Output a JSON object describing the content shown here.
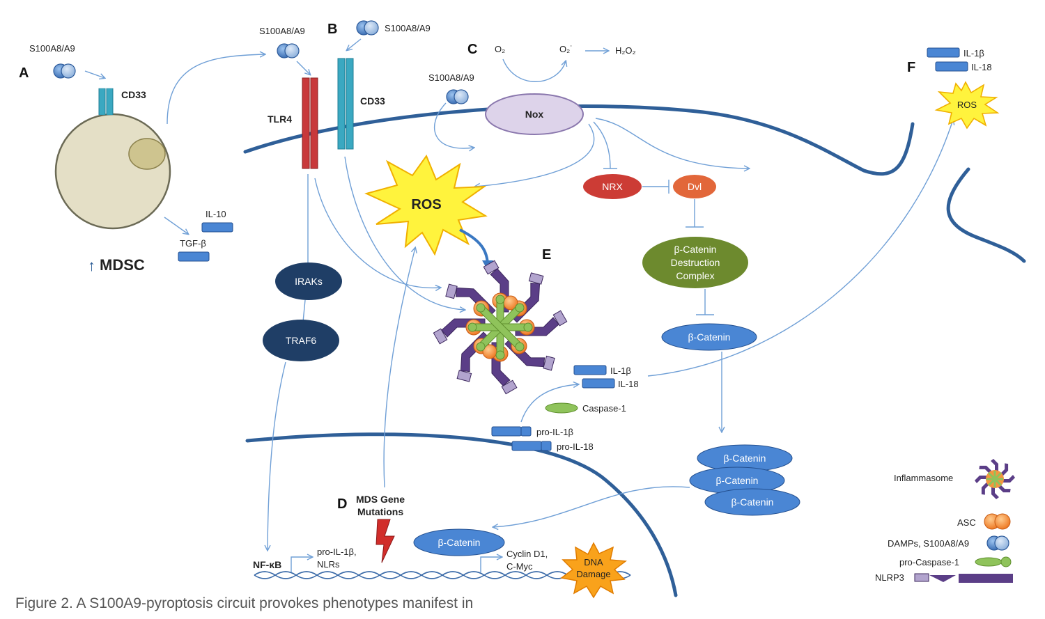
{
  "panels": {
    "a": "A",
    "b": "B",
    "c": "C",
    "d": "D",
    "e": "E",
    "f": "F"
  },
  "labels": {
    "s100_a": "S100A8/A9",
    "s100_b1": "S100A8/A9",
    "s100_b2": "S100A8/A9",
    "s100_c": "S100A8/A9",
    "cd33_a": "CD33",
    "cd33_b": "CD33",
    "tlr4": "TLR4",
    "il10": "IL-10",
    "tgfb": "TGF-β",
    "mdsc_arrow": "↑",
    "mdsc": "MDSC",
    "o2": "O₂",
    "o2_radical": "O₂˙",
    "h2o2": "H₂O₂",
    "nox": "Nox",
    "ros_main": "ROS",
    "ros_f": "ROS",
    "nrx": "NRX",
    "dvl": "Dvl",
    "destruction_1": "β-Catenin",
    "destruction_2": "Destruction",
    "destruction_3": "Complex",
    "bcat_1": "β-Catenin",
    "bcat_stack_1": "β-Catenin",
    "bcat_stack_2": "β-Catenin",
    "bcat_stack_3": "β-Catenin",
    "bcat_nuc": "β-Catenin",
    "iraks": "IRAKs",
    "traf6": "TRAF6",
    "il1b_e": "IL-1β",
    "il18_e": "IL-18",
    "caspase1": "Caspase-1",
    "proil1b": "pro-IL-1β",
    "proil18": "pro-IL-18",
    "il1b_f": "IL-1β",
    "il18_f": "IL-18",
    "mds_1": "MDS Gene",
    "mds_2": "Mutations",
    "nfkb": "NF-κB",
    "target1_1": "pro-IL-1β,",
    "target1_2": "NLRs",
    "target2_1": "Cyclin D1,",
    "target2_2": "C-Myc",
    "dna_1": "DNA",
    "dna_2": "Damage"
  },
  "legend": {
    "inflammasome": "Inflammasome",
    "asc": "ASC",
    "damps": "DAMPs, S100A8/A9",
    "procaspase": "pro-Caspase-1",
    "nlrp3": "NLRP3"
  },
  "caption": "Figure 2. A S100A9-pyroptosis circuit provokes phenotypes manifest in",
  "colors": {
    "membrane": "#2f5f98",
    "arrow": "#6f9fd6",
    "receptor_cd33": "#3aa8c1",
    "receptor_tlr4": "#c8393b",
    "cell": "#e4dfc6",
    "nox": "#ddd3ea",
    "red_node": "#cc3c35",
    "orange_node": "#e2673a",
    "olive_node": "#6d8a2e",
    "blue_node": "#4a86d4",
    "navy_node": "#1f3e66",
    "ros_fill": "#fff33d",
    "ros_stroke": "#f0b000",
    "dna_fill": "#f9a21b",
    "inflammasome_purple": "#5b3e87",
    "asc_orange": "#f4963f",
    "caspase_green": "#8fc35b"
  }
}
